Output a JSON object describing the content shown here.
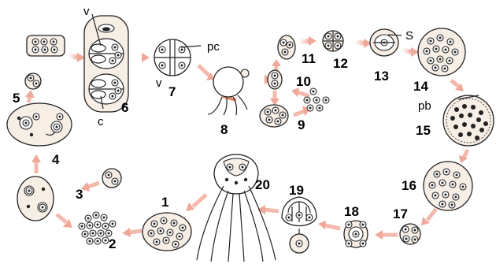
{
  "diagram": {
    "stage_numbers": [
      "1",
      "2",
      "3",
      "4",
      "5",
      "6",
      "7",
      "8",
      "9",
      "10",
      "11",
      "12",
      "13",
      "14",
      "15",
      "16",
      "17",
      "18",
      "19",
      "20"
    ],
    "labels": {
      "v_top": "v",
      "v_left": "v",
      "c": "c",
      "pc": "pc",
      "s": "S",
      "pb": "pb"
    },
    "colors": {
      "arrow": "#f0a898",
      "cell_fill": "#f7eee6",
      "sperm_tint": "#e8906e",
      "outline": "#222222"
    }
  }
}
